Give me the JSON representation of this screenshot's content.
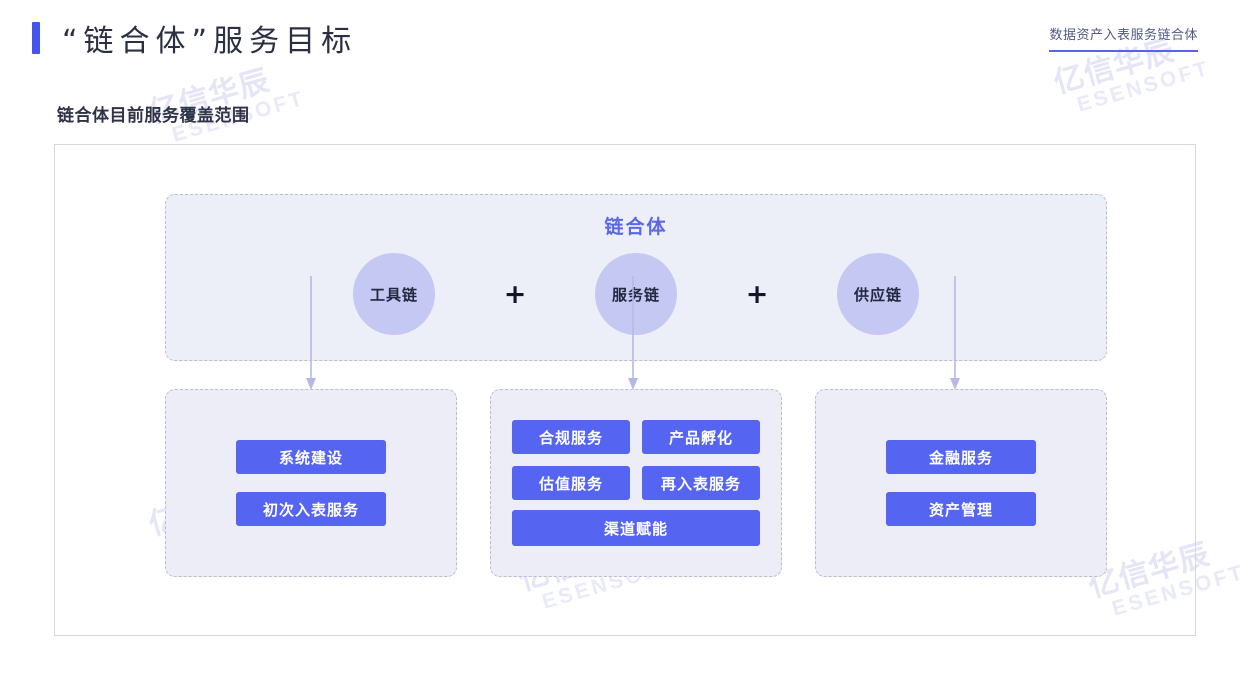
{
  "header": {
    "title": "“链合体”服务目标",
    "accent_color": "#4455ea",
    "corner_tag": "数据资产入表服务链合体",
    "subtitle": "链合体目前服务覆盖范围"
  },
  "watermark": {
    "cn": "亿信华辰",
    "en": "ESENSOFT",
    "color": "#e6e7f7"
  },
  "diagram": {
    "top_panel": {
      "title": "链合体",
      "title_color": "#5b68e6",
      "nodes": [
        {
          "label": "工具链"
        },
        {
          "label": "服务链"
        },
        {
          "label": "供应链"
        }
      ],
      "operators": [
        "+",
        "+"
      ],
      "node_color": "#c6c8f4",
      "panel_bg": "#eceef8",
      "border_color": "#b9bdd2"
    },
    "connectors": [
      {
        "from": "工具链",
        "to": "tools-panel"
      },
      {
        "from": "服务链",
        "to": "services-panel"
      },
      {
        "from": "供应链",
        "to": "supply-panel"
      }
    ],
    "bottom_panels": [
      {
        "name": "tools-panel",
        "layout": "stack",
        "items": [
          {
            "label": "系统建设"
          },
          {
            "label": "初次入表服务"
          }
        ]
      },
      {
        "name": "services-panel",
        "layout": "grid",
        "grid_items": [
          {
            "label": "合规服务"
          },
          {
            "label": "产品孵化"
          },
          {
            "label": "估值服务"
          },
          {
            "label": "再入表服务"
          }
        ],
        "full_items": [
          {
            "label": "渠道赋能"
          }
        ]
      },
      {
        "name": "supply-panel",
        "layout": "stack",
        "items": [
          {
            "label": "金融服务"
          },
          {
            "label": "资产管理"
          }
        ]
      }
    ],
    "pill_color": "#5565f2",
    "pill_text_color": "#ffffff"
  }
}
